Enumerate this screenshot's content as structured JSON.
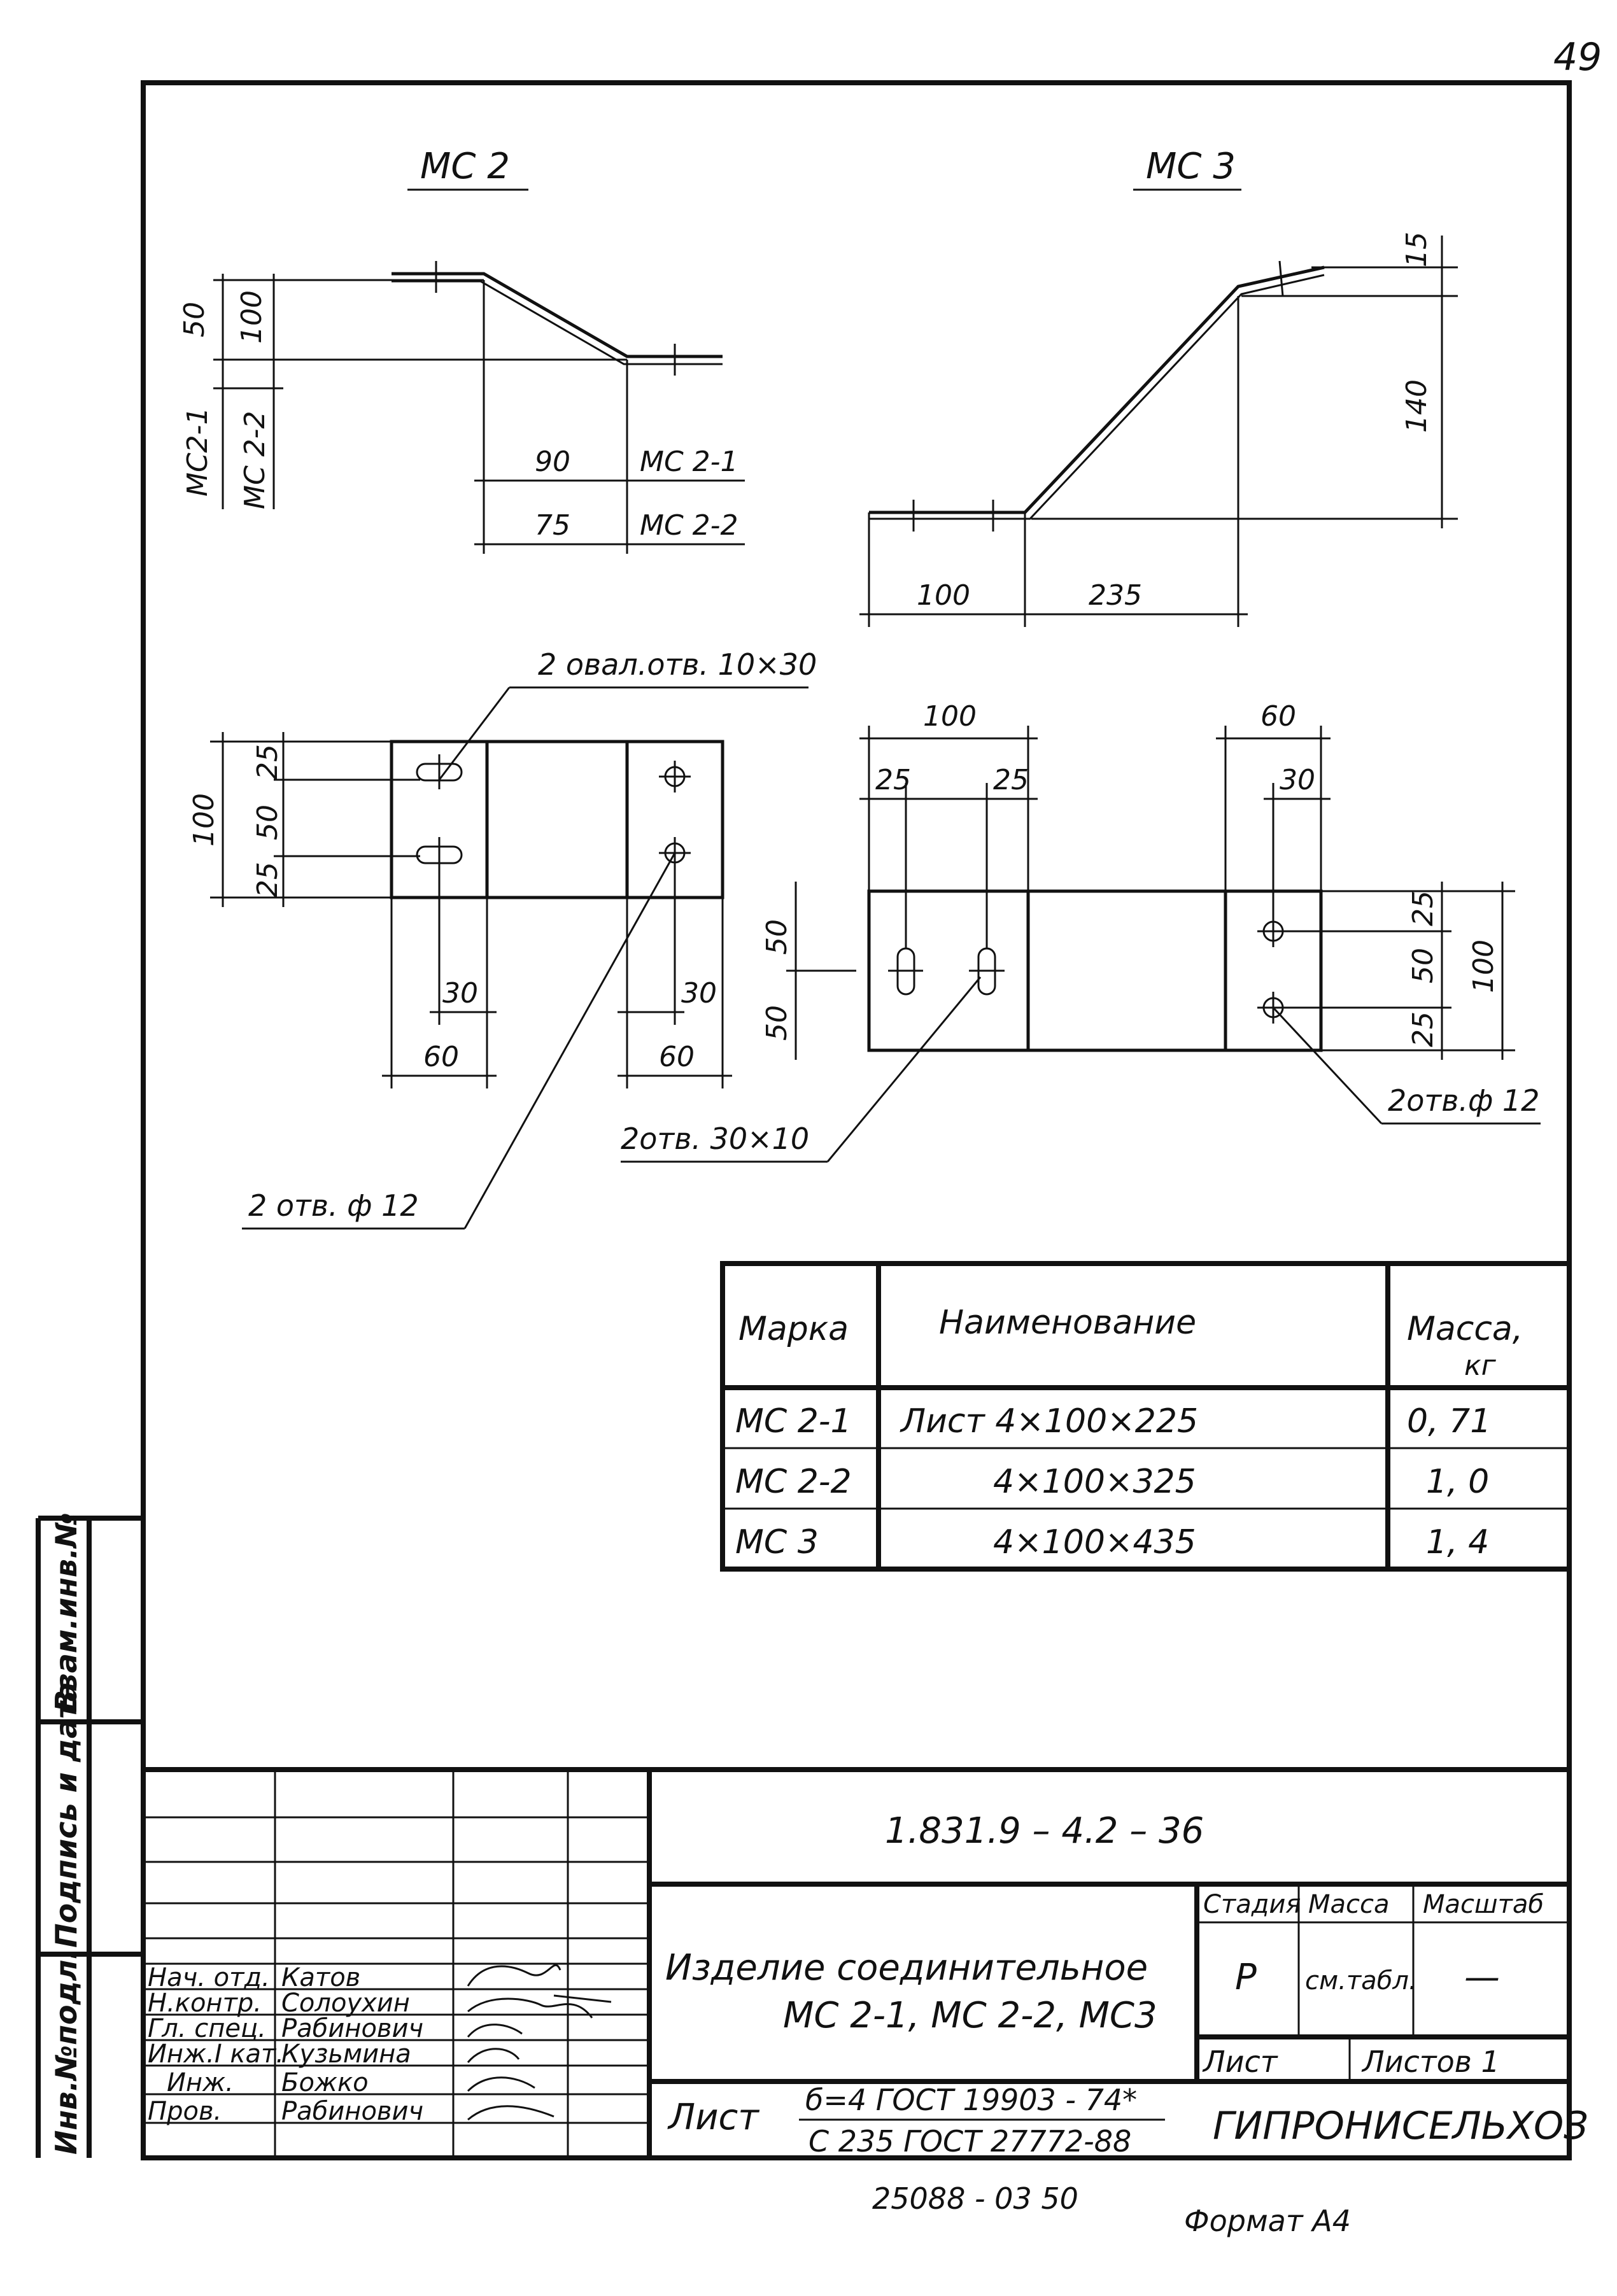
{
  "page_number": "49",
  "drawing": {
    "mc2_title": "МС 2",
    "mc3_title": "МС 3",
    "mc2_profile": {
      "dim_50": "50",
      "dim_100": "100",
      "left_label_1": "МС2-1",
      "left_label_2": "МС 2-2",
      "dim_90": "90",
      "label_90": "МС 2-1",
      "dim_75": "75",
      "label_75": "МС 2-2"
    },
    "mc3_profile": {
      "dim_15": "15",
      "dim_140": "140",
      "dim_100": "100",
      "dim_235": "235"
    },
    "mc2_plan": {
      "callout_oval": "2 овал.отв. 10×30",
      "dim_100": "100",
      "dim_25a": "25",
      "dim_50": "50",
      "dim_25b": "25",
      "dim_30_left": "30",
      "dim_60_left": "60",
      "dim_30_right": "30",
      "dim_60_right": "60",
      "callout_holes": "2 отв. ф 12"
    },
    "mc3_plan": {
      "dim_100_top": "100",
      "dim_25a_top": "25",
      "dim_25b_top": "25",
      "dim_60_top": "60",
      "dim_30_top": "30",
      "dim_50_left_a": "50",
      "dim_50_left_b": "50",
      "dim_25_right_a": "25",
      "dim_50_right": "50",
      "dim_25_right_b": "25",
      "dim_100_right": "100",
      "callout_slots": "2отв. 30×10",
      "callout_holes": "2отв.ф 12"
    }
  },
  "spec_table": {
    "headers": [
      "Марка",
      "Наименование",
      "Масса,"
    ],
    "mass_unit": "кг",
    "rows": [
      {
        "mark": "МС 2-1",
        "name": "Лист 4×100×225",
        "mass": "0, 71"
      },
      {
        "mark": "МС 2-2",
        "name": "4×100×325",
        "mass": "1, 0"
      },
      {
        "mark": "МС  3",
        "name": "4×100×435",
        "mass": "1, 4"
      }
    ]
  },
  "side_stamp": {
    "field_1": "Взам.инв.№",
    "field_2": "Подпись и дата",
    "field_3": "Инв.№подл."
  },
  "title_block": {
    "doc_code": "1.831.9 – 4.2 – 36",
    "staff": [
      {
        "role": "Нач. отд.",
        "name": "Катов"
      },
      {
        "role": "Н.контр.",
        "name": "Солоухин"
      },
      {
        "role": "Гл. спец.",
        "name": "Рабинович"
      },
      {
        "role": "Инж.I кат.",
        "name": "Кузьмина"
      },
      {
        "role": "Инж.",
        "name": "Божко"
      },
      {
        "role": "Пров.",
        "name": "Рабинович"
      }
    ],
    "title_line_1": "Изделие соединительное",
    "title_line_2": "МС 2-1, МС 2-2, МС3",
    "col_stage": "Стадия",
    "col_mass": "Масса",
    "col_scale": "Масштаб",
    "val_stage": "Р",
    "val_mass": "см.табл.",
    "val_scale": "—",
    "sheet_label": "Лист",
    "sheets_label": "Листов 1",
    "material_prefix": "Лист",
    "material_top": "б=4 ГОСТ 19903 - 74*",
    "material_bottom": "С 235 ГОСТ 27772-88",
    "organization": "ГИПРОНИСЕЛЬХОЗ"
  },
  "footer": {
    "archive": "25088 - 03   50",
    "format": "Формат А4"
  }
}
